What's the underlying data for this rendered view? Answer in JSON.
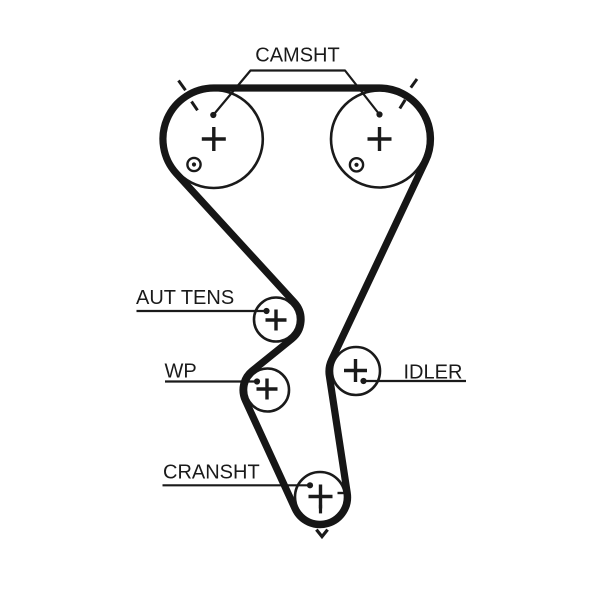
{
  "diagram": {
    "type": "timing-belt-routing-diagram",
    "labels": {
      "camshaft": "CAMSHT",
      "tensioner": "AUT TENS",
      "water_pump": "WP",
      "idler": "IDLER",
      "crankshaft": "CRANSHT"
    },
    "colors": {
      "ink": "#1a1a1a",
      "belt": "#161616",
      "background": "#ffffff"
    }
  }
}
